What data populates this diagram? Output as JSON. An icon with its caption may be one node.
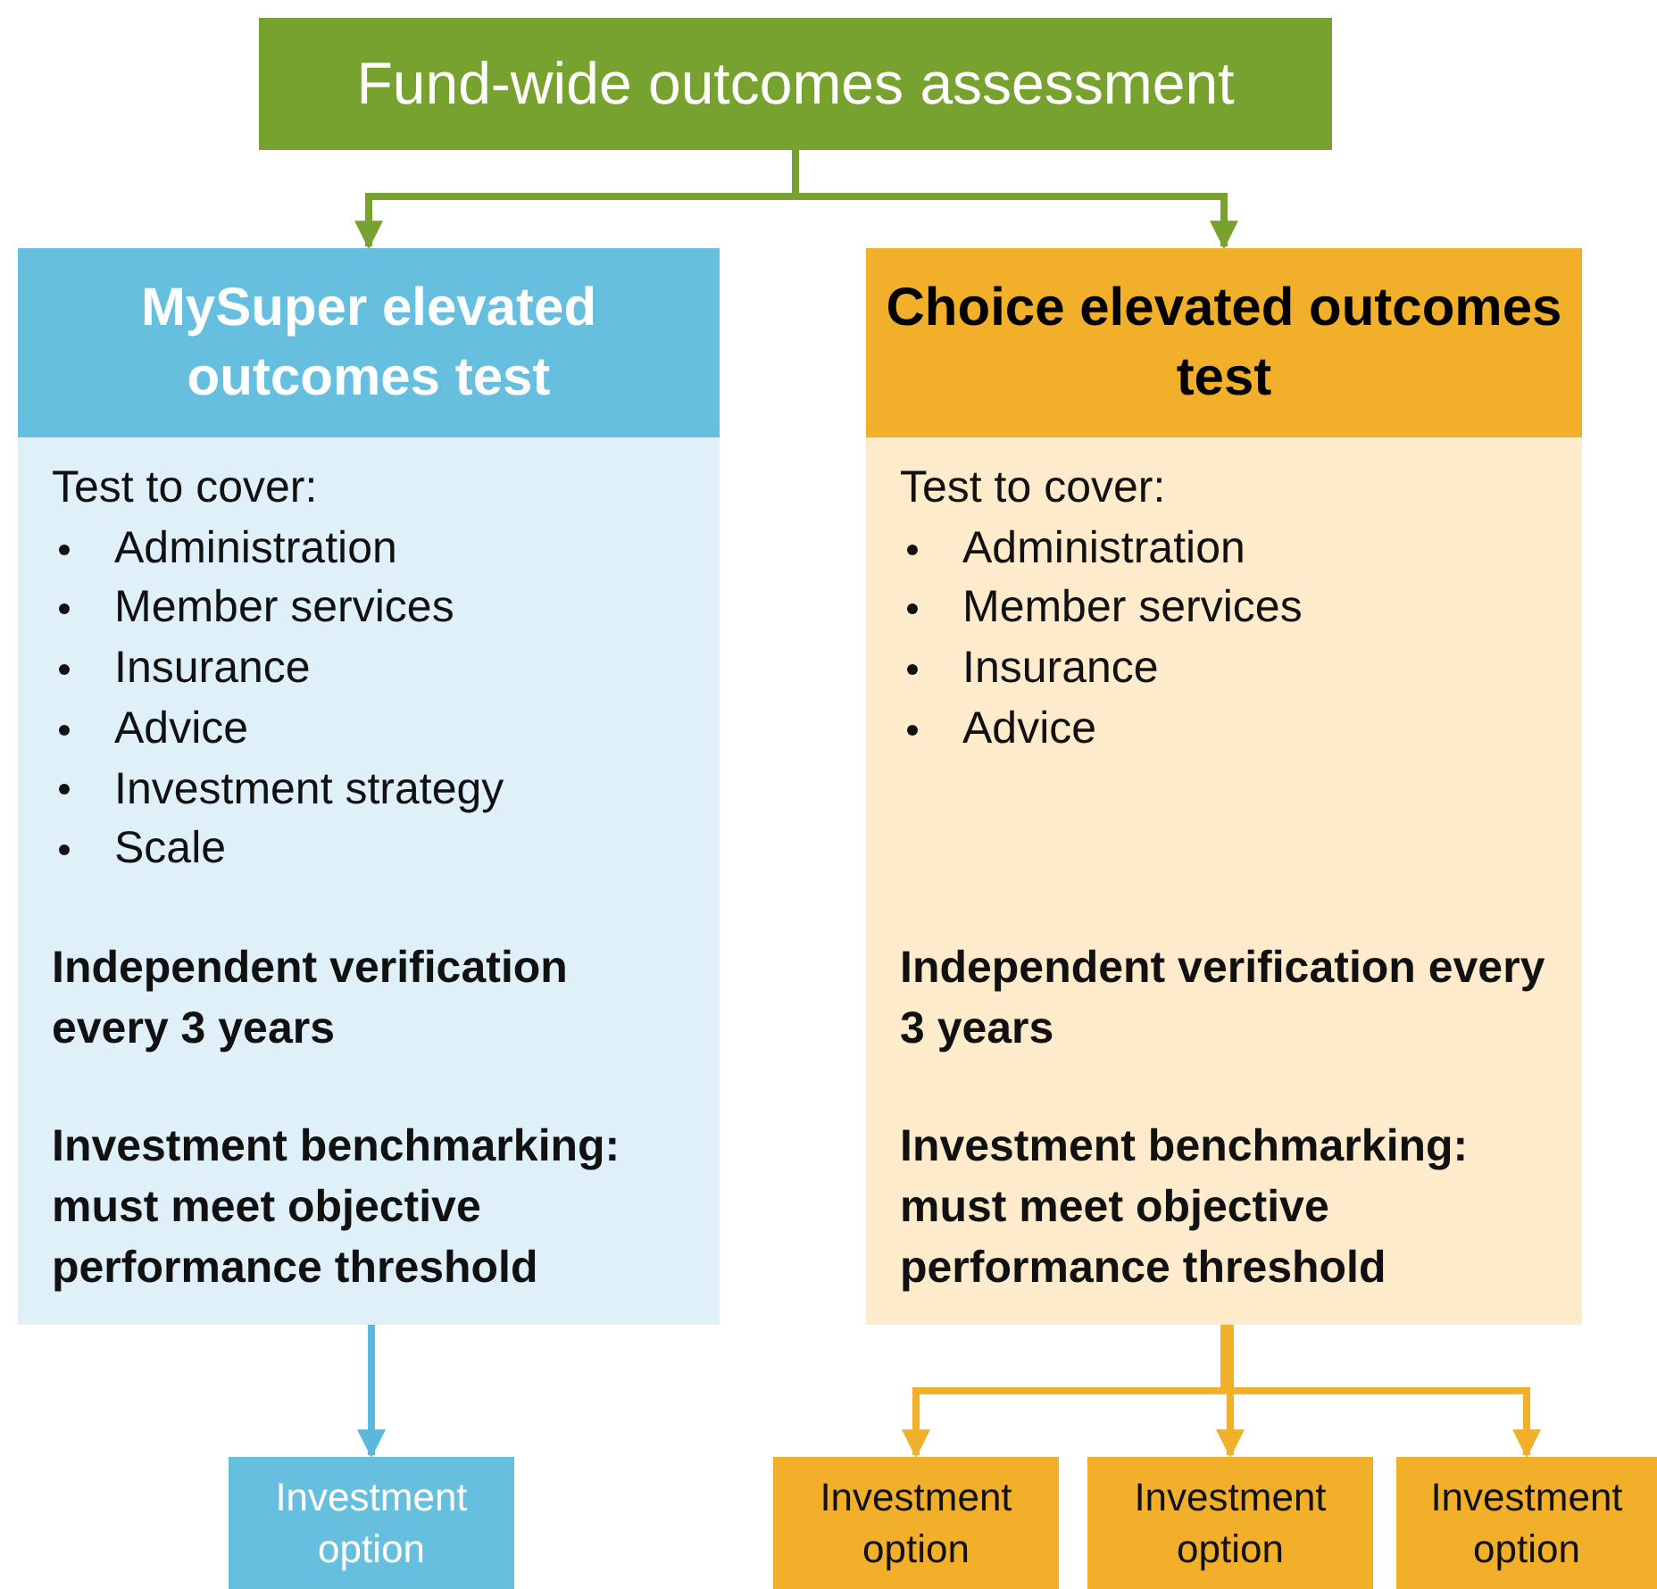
{
  "diagram": {
    "nodes": [
      {
        "text": [
          "Fund-wide outcomes assessment"
        ]
      },
      {
        "text": [
          "MySuper elevated outcomes test",
          "Test to cover:",
          "Administration",
          "Member services",
          "Insurance",
          "Advice",
          "Investment strategy",
          "Scale",
          "Independent verification every 3 years",
          "Investment benchmarking: must meet objective performance threshold"
        ]
      },
      {
        "text": [
          "Choice elevated outcomes test",
          "Test to cover:",
          "Administration",
          "Member services",
          "Insurance",
          "Advice",
          "Independent verification every 3 years",
          "Investment benchmarking: must meet objective performance threshold"
        ]
      },
      {
        "text": [
          "Investment option"
        ]
      },
      {
        "text": [
          "Investment option"
        ]
      },
      {
        "text": [
          "Investment option"
        ]
      },
      {
        "text": [
          "Investment option"
        ]
      }
    ],
    "edges": [
      {
        "from": 0,
        "to": 1,
        "arrow": "to",
        "color": "#77a22f"
      },
      {
        "from": 0,
        "to": 2,
        "arrow": "to",
        "color": "#77a22f"
      },
      {
        "from": 1,
        "to": 3,
        "arrow": "to",
        "color": "#5bb8dc"
      },
      {
        "from": 2,
        "to": 4,
        "arrow": "to"
      },
      {
        "from": 2,
        "to": 5,
        "arrow": "to"
      },
      {
        "from": 2,
        "to": 6,
        "arrow": "to"
      }
    ]
  }
}
